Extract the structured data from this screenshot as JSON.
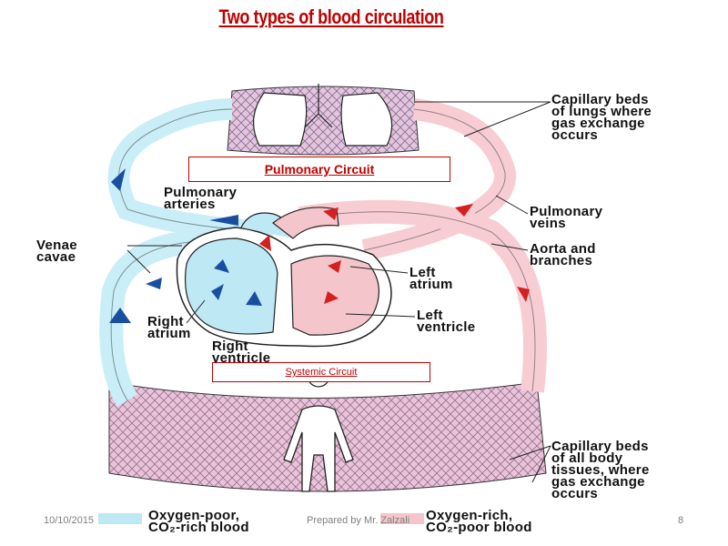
{
  "title": "Two types of blood circulation",
  "circuits": {
    "pulmonary": "Pulmonary Circuit",
    "systemic": "Systemic Circuit"
  },
  "labels": {
    "capillary_lungs": "Capillary beds\nof lungs where\ngas exchange\noccurs",
    "pulmonary_arteries": "Pulmonary\narteries",
    "pulmonary_veins": "Pulmonary\nveins",
    "venae_cavae": "Venae\ncavae",
    "aorta": "Aorta and\nbranches",
    "left_atrium": "Left\natrium",
    "left_ventricle": "Left\nventricle",
    "right_atrium": "Right\natrium",
    "right_ventricle": "Right\nventricle",
    "capillary_body": "Capillary beds\nof all body\ntissues, where\ngas exchange\noccurs"
  },
  "legend": {
    "oxygen_poor": "Oxygen-poor,\nCO₂-rich blood",
    "oxygen_rich": "Oxygen-rich,\nCO₂-poor blood",
    "poor_color": "#bfe8f5",
    "rich_color": "#f5c5cc"
  },
  "footer": {
    "date": "10/10/2015",
    "author": "Prepared by Mr. Zalzali",
    "page": "8"
  },
  "colors": {
    "title": "#c00000",
    "blue_vessel": "#c9eef7",
    "red_vessel": "#f7cdd3",
    "blue_arrow": "#1a4fa0",
    "red_arrow": "#d42020"
  }
}
